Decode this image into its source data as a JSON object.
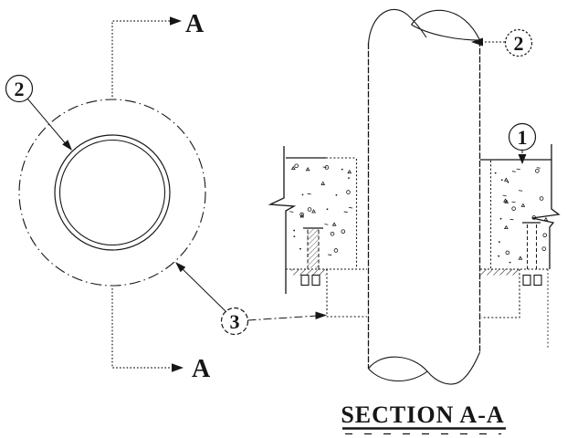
{
  "colors": {
    "ink": "#161616",
    "paper": "#ffffff"
  },
  "title": {
    "text": "SECTION A-A"
  },
  "plan_view": {
    "section_marker_top": "A",
    "section_marker_bottom": "A",
    "callout_pipe": "2",
    "callout_sleeve": "3"
  },
  "section_view": {
    "callout_pipe": "2",
    "callout_concrete": "1"
  }
}
